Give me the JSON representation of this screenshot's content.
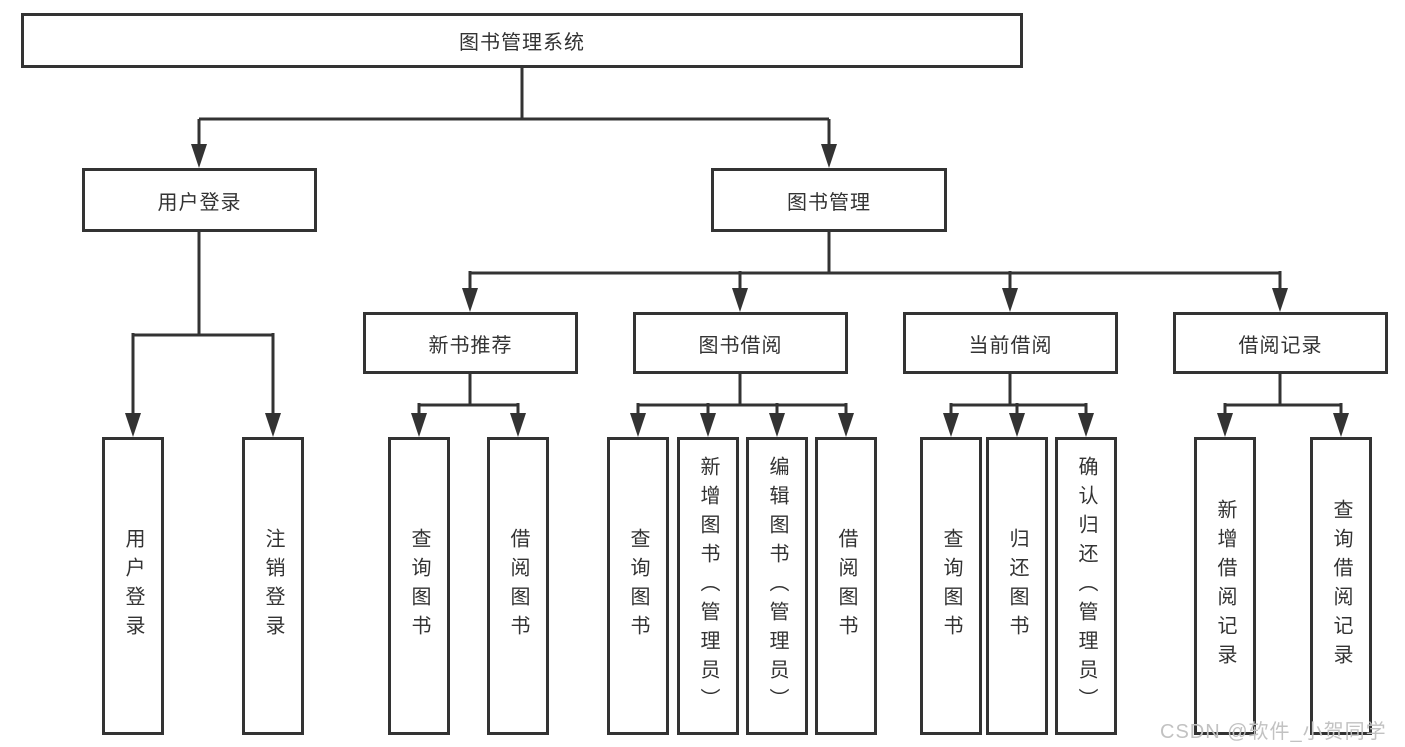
{
  "nodes": {
    "root": "图书管理系统",
    "user_login": "用户登录",
    "book_mgmt": "图书管理",
    "new_book": "新书推荐",
    "book_borrow": "图书借阅",
    "current_borrow": "当前借阅",
    "borrow_records": "借阅记录",
    "leaves": {
      "login": "用户登录",
      "logout": "注销登录",
      "nb_query": "查询图书",
      "nb_borrow": "借阅图书",
      "bb_query": "查询图书",
      "bb_add": "新增图书（管理员）",
      "bb_edit": "编辑图书（管理员）",
      "bb_borrow": "借阅图书",
      "cb_query": "查询图书",
      "cb_return": "归还图书",
      "cb_confirm": "确认归还（管理员）",
      "br_add": "新增借阅记录",
      "br_query": "查询借阅记录"
    }
  },
  "watermark": "CSDN @软件_小贺同学",
  "colors": {
    "line": "#333333",
    "box_border": "#333333",
    "text": "#333333",
    "watermark": "#c2c2c2",
    "background": "#ffffff"
  }
}
